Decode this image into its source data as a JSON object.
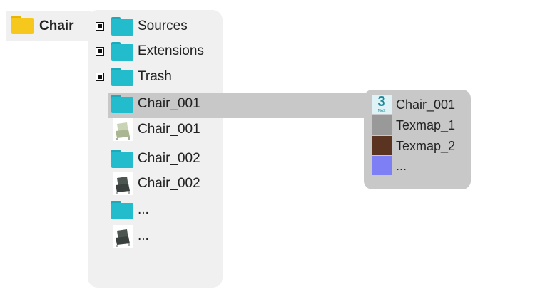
{
  "root": {
    "label": "Chair",
    "icon": "folder-icon"
  },
  "tree": [
    {
      "label": "Sources",
      "type": "folder",
      "expandable": true
    },
    {
      "label": "Extensions",
      "type": "folder",
      "expandable": true
    },
    {
      "label": "Trash",
      "type": "folder",
      "expandable": true
    },
    {
      "label": "Chair_001",
      "type": "folder",
      "selected": true
    },
    {
      "label": "Chair_001",
      "type": "model"
    },
    {
      "label": "Chair_002",
      "type": "folder"
    },
    {
      "label": "Chair_002",
      "type": "model"
    },
    {
      "label": "...",
      "type": "folder"
    },
    {
      "label": "...",
      "type": "model"
    }
  ],
  "contents": [
    {
      "label": "Chair_001",
      "icon": "3dsmax-icon",
      "icon_text": "3",
      "icon_subtext": "MAX"
    },
    {
      "label": "Texmap_1",
      "icon": "texture-gray-icon",
      "color": "#999999"
    },
    {
      "label": "Texmap_2",
      "icon": "texture-wood-icon",
      "color": "#5a3420"
    },
    {
      "label": "...",
      "icon": "texture-blue-icon",
      "color": "#7f7ff5"
    }
  ],
  "colors": {
    "folder_cyan": "#22bccc",
    "folder_yellow": "#f6c81e",
    "panel": "#f0f0f0",
    "highlight": "#c8c8c8"
  }
}
